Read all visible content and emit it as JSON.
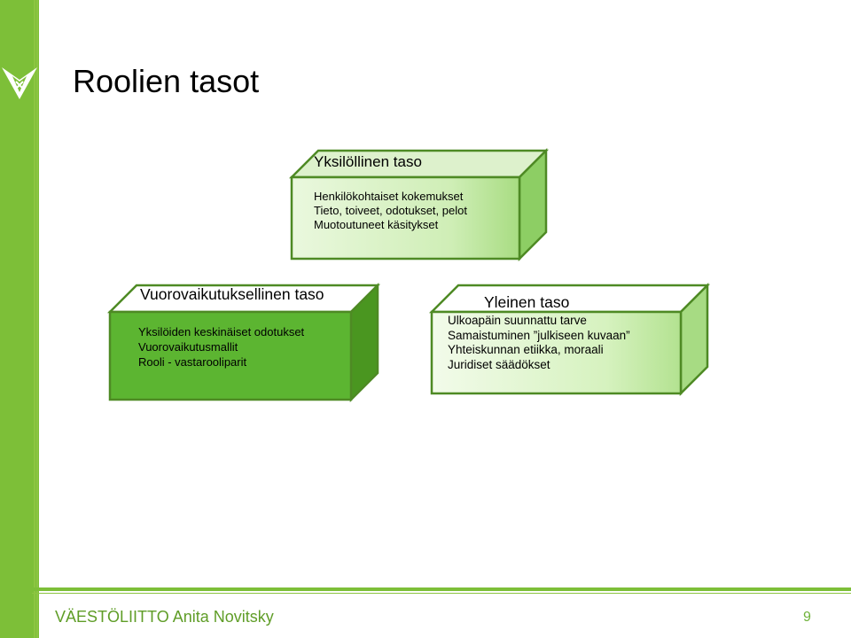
{
  "slide": {
    "title": "Roolien tasot",
    "footer": "VÄESTÖLIITTO Anita Novitsky",
    "page_number": "9"
  },
  "blocks": {
    "top": {
      "heading": "Yksilöllinen taso",
      "items": [
        "Henkilökohtaiset kokemukset",
        "Tieto, toiveet, odotukset, pelot",
        "Muotoutuneet käsitykset"
      ]
    },
    "left": {
      "heading": "Vuorovaikutuksellinen taso",
      "items": [
        "Yksilöiden keskinäiset odotukset",
        "Vuorovaikutusmallit",
        "Rooli - vastarooliparit"
      ]
    },
    "right": {
      "heading": "Yleinen taso",
      "items": [
        "Ulkoapäin suunnattu tarve",
        "Samaistuminen ”julkiseen kuvaan”",
        "Yhteiskunnan etiikka, moraali",
        "Juridiset säädökset"
      ]
    }
  },
  "colors": {
    "brand_green": "#7dbf38",
    "solid_block": "#5cb531",
    "light_block": "#e8f7dc",
    "block_border": "#4e8a24"
  }
}
